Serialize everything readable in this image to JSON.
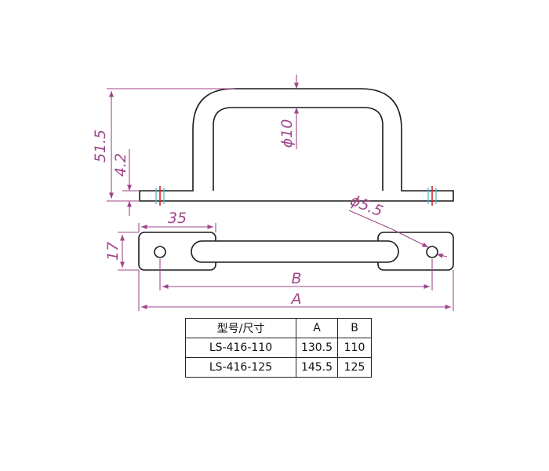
{
  "dimensions": {
    "height_total": "51.5",
    "plate_thickness": "4.2",
    "bar_diameter": "ϕ10",
    "plate_length": "35",
    "hole_diameter": "ϕ5.5",
    "plate_width": "17",
    "hole_pitch": "B",
    "overall_length": "A"
  },
  "table": {
    "headers": [
      "型号/尺寸",
      "A",
      "B"
    ],
    "rows": [
      [
        "LS-416-110",
        "130.5",
        "110"
      ],
      [
        "LS-416-125",
        "145.5",
        "125"
      ]
    ]
  },
  "colors": {
    "dimension": "#a0468a",
    "outline": "#1a1a1a",
    "center_red": "#e02020",
    "center_cyan": "#40b8c8"
  }
}
